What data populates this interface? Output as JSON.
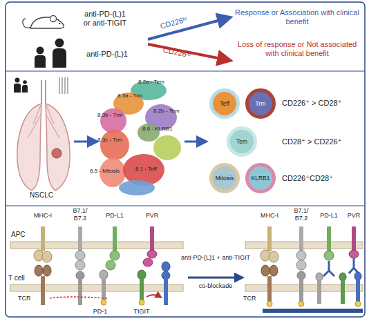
{
  "diagram": {
    "nodes": [
      {
        "text": [
          "Teff"
        ]
      },
      {
        "text": [
          "Trm"
        ]
      },
      {
        "text": [
          "Tem"
        ]
      },
      {
        "text": [
          "Mitosis"
        ]
      },
      {
        "text": [
          "KLRB1"
        ]
      }
    ],
    "labels": [
      "anti-PD-(L)1 or anti-TIGIT",
      "CD226ʰⁱ",
      "Response or Association with clinical benefit",
      "anti-PD-(L)1",
      "CD226ˡᵒ",
      "Loss of response or Not associated with clinical benefit",
      "8.2a - Tem",
      "8.3a - Trm",
      "8.2b - Tem",
      "8.3b - Trm",
      "8.6 - KLRB1",
      "8.3c - Trm",
      "8.5 - Mitosis",
      "8.1 - Teff",
      "NSCLC",
      "CD226⁺ > CD28⁺",
      "CD28⁺ > CD226⁺",
      "CD226⁺CD28⁺",
      "MHC-I",
      "B7.1/ B7.2",
      "PD-L1",
      "PVR",
      "APC",
      "T cell",
      "TCR",
      "PD-1",
      "TIGIT",
      "anti-PD-(L)1 + anti-TIGIT",
      "co-blockade",
      "MHC-I",
      "B7.1/ B7.2",
      "PD-L1",
      "PVR",
      "TCR"
    ]
  }
}
